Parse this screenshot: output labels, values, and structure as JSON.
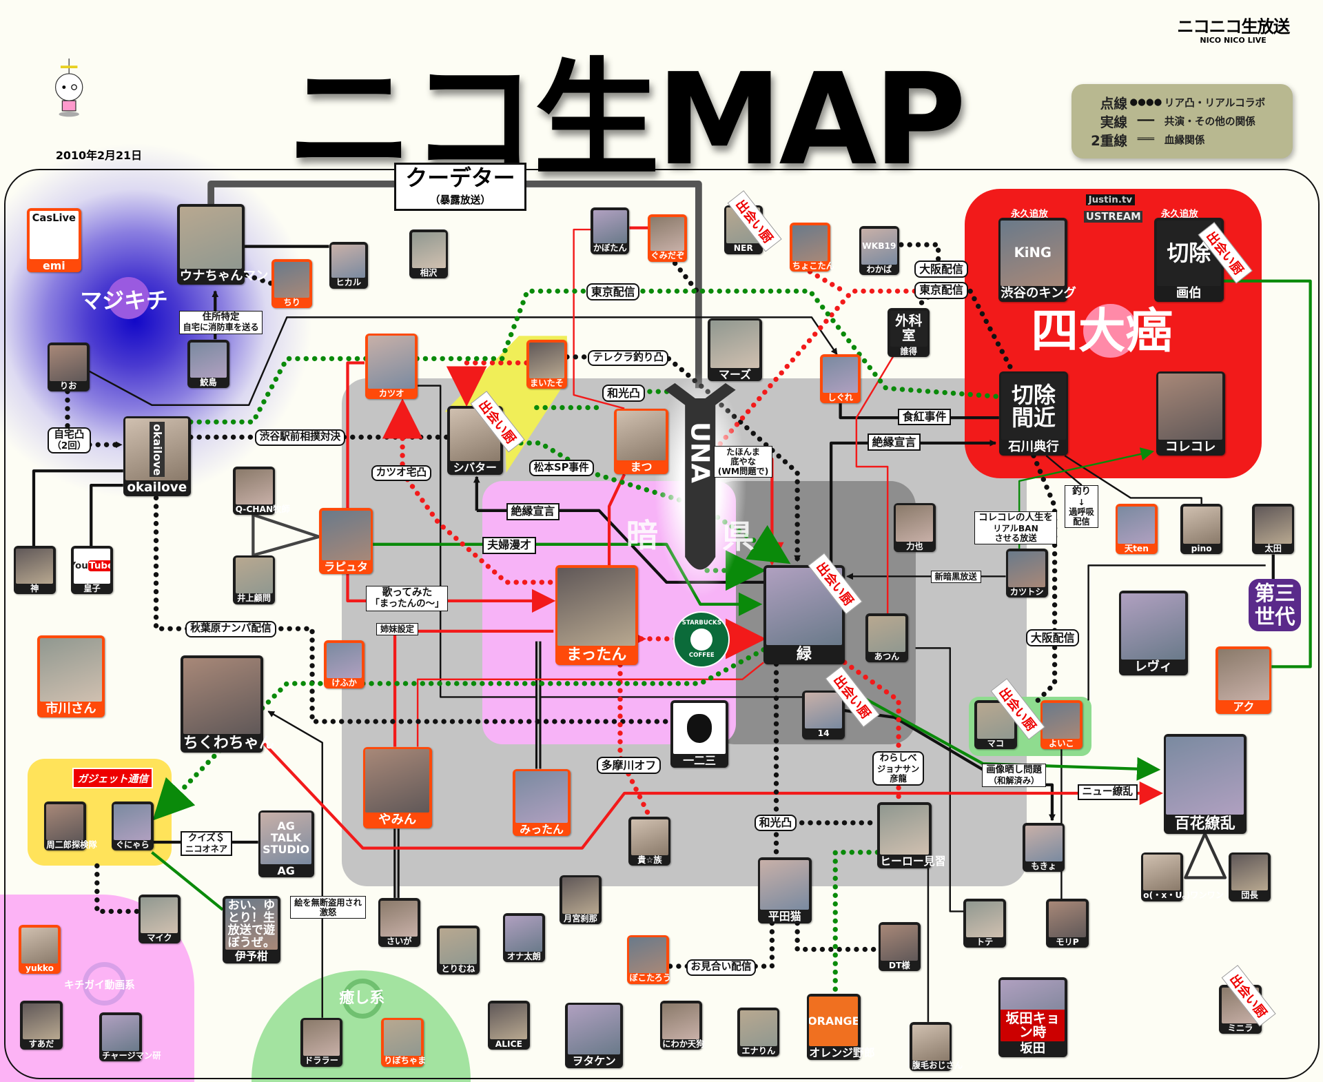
{
  "title": "ニコ生MAP",
  "date": "2010年2月21日",
  "logo": {
    "main": "ニコニコ生放送",
    "sub": "NICO NICO LIVE"
  },
  "legend": [
    {
      "term": "点線",
      "sample": "●●●●",
      "desc": "リア凸・リアルコラボ"
    },
    {
      "term": "実線",
      "sample": "━━━",
      "desc": "共演・その他の関係"
    },
    {
      "term": "2重線",
      "sample": "═══",
      "desc": "血縁関係"
    }
  ],
  "coup": {
    "title": "クーデター",
    "sub": "（暴露放送）"
  },
  "groups": {
    "majikichi": "マジキチ",
    "ankoku_a": "暗",
    "ankoku_b": "県",
    "una": "UNA",
    "shidaigan": "四大癌",
    "daisan": "第三世代",
    "kichigai": "キチガイ動画系",
    "iyashi": "癒し系",
    "gadget": "ガジェット通信"
  },
  "badges": {
    "banned": "永久追放",
    "justin": "Justin.tv",
    "ustream": "USTREAM",
    "deai": "出会い厨"
  },
  "icons": {
    "starbucks_top": "STARBUCKS",
    "starbucks_bottom": "COFFEE",
    "youtube_you": "You",
    "youtube_tube": "Tube",
    "caslive": "CasLive",
    "apple": "apple-logo"
  },
  "node_art": {
    "okailove": "okailove",
    "gekashitsu": "外科室",
    "ishikawa": "切除間近",
    "gahaku": "切除",
    "sakata": "坂田キョン時",
    "iyokan": "おい、ゆとり！生放送で遊ぼうぜ。",
    "ag": "AG TALK STUDIO",
    "wakaba": "WKB19",
    "orange": "ORANGE",
    "king": "KiNG"
  },
  "nodes": {
    "emi": "emi",
    "unachanman": "ウナちゃんマン",
    "chiri": "ちり",
    "hikaru": "ヒカル",
    "aizawa": "相沢",
    "rio": "りお",
    "samejima": "鮫島",
    "okailove": "okailove",
    "kami": "神",
    "ouji": "皇子",
    "qchan": "Q-CHAN牧師",
    "inoue": "井上顧問",
    "laputa": "ラピュタ",
    "katsuo": "カツオ",
    "ichikawa": "市川さん",
    "chikuwa": "ちくわちゃん",
    "kefuka": "けふか",
    "shibata": "シバター",
    "maitaso": "まいたそ",
    "kabotan": "かぼたん",
    "gumidazo": "ぐみだぞ",
    "ner": "NER",
    "chokotan": "ちょこたん",
    "wakaba": "わかば",
    "mars": "マーズ",
    "gekashitsu": "誰得",
    "shigure": "しぐれ",
    "matsu": "まつ",
    "mattan": "まったん",
    "midori": "緑",
    "rikiya": "力也",
    "atsun": "あつん",
    "katsutoshi": "カツトシ",
    "n14": "14",
    "hifumi": "一二三",
    "yamin": "やみん",
    "mittan": "みったん",
    "kizoku": "貴☆族",
    "tsukimiya": "月宮刹那",
    "onataro": "オナ太朗",
    "saiga": "さいが",
    "torimune": "とりむね",
    "bokotaro": "ぼこたろう",
    "hirataneko": "平田猫",
    "heromi": "ヒーロー見習",
    "dt": "DT様",
    "orange": "オレンジ野郎",
    "harage": "腹毛おじさん",
    "alice": "ALICE",
    "otaken": "ヲタケン",
    "niwaka": "にわか天狗",
    "enarin": "エナりん",
    "iyokan": "伊予柑",
    "ag": "AG",
    "maiku": "マイク",
    "shujiro": "周二郎探検隊",
    "gunyara": "ぐにゃら",
    "yukko": "yukko",
    "suada": "すあだ",
    "chargeman": "チャージマン研",
    "dorara": "ドララー",
    "ribochama": "りぼちゃま",
    "king": "渋谷のキング",
    "gahaku": "画伯",
    "ishikawa": "石川典行",
    "korekore": "コレコレ",
    "tenten": "天ten",
    "pino": "pino",
    "ota": "太田",
    "levi": "レヴィ",
    "aku": "アク",
    "mako": "マコ",
    "yoiko": "よいこ",
    "mokyo": "もきょ",
    "tote": "トテ",
    "morip": "モリP",
    "hyakka": "百花繚乱",
    "wanwan": "o(・x・U。)ワンワン",
    "dancho": "団長",
    "sakata": "坂田",
    "minira": "ミニラ"
  },
  "edge_labels": {
    "jusho": [
      "住所特定",
      "自宅に消防車を送る"
    ],
    "jitaku": [
      "自宅凸",
      "（2回）"
    ],
    "sumo": [
      "渋谷駅前相撲対決"
    ],
    "tokyo1": [
      "東京配信"
    ],
    "terekura": [
      "テレクラ釣り凸"
    ],
    "wako1": [
      "和光凸"
    ],
    "katsuotaku": [
      "カツオ宅凸"
    ],
    "matsumoto": [
      "松本SP事件"
    ],
    "zetsuen1": [
      "絶縁宣言"
    ],
    "fufu": [
      "夫婦漫才"
    ],
    "utatte": [
      "歌ってみた",
      "「まったんの～」"
    ],
    "shimai": [
      "姉妹設定"
    ],
    "akiba": [
      "秋葉原ナンパ配信"
    ],
    "tahonma": [
      "たほんま",
      "底やな",
      "(WM問題で)"
    ],
    "osaka1": [
      "大阪配信"
    ],
    "tokyo2": [
      "東京配信"
    ],
    "shokubeni": [
      "食紅事件"
    ],
    "zetsuen2": [
      "絶縁宣言"
    ],
    "tsuri": [
      "釣り",
      "↓",
      "過呼吸",
      "配信"
    ],
    "korekoreban": [
      "コレコレの人生を",
      "リアルBAN",
      "させる放送"
    ],
    "shinankoku": [
      "新暗黒放送"
    ],
    "osaka2": [
      "大阪配信"
    ],
    "tamagawa": [
      "多摩川オフ"
    ],
    "warashibe": [
      "わらしべ",
      "ジョナサン",
      "彦龍"
    ],
    "gazo": [
      "画像晒し問題",
      "（和解済み）"
    ],
    "newryoran": [
      "ニュー繚乱"
    ],
    "wako2": [
      "和光凸"
    ],
    "omiai": [
      "お見合い配信"
    ],
    "quiz": [
      "クイズ＄",
      "ニコオネア"
    ],
    "emuda": [
      "絵を無断盗用され",
      "激怒"
    ]
  },
  "colors": {
    "red": "#f21a1a",
    "orange_frame": "#ff4a0a",
    "green": "#0a8a0a",
    "pink": "#f7b3f7",
    "gray": "#c4c4c4",
    "purple": "#5a2a8a"
  }
}
